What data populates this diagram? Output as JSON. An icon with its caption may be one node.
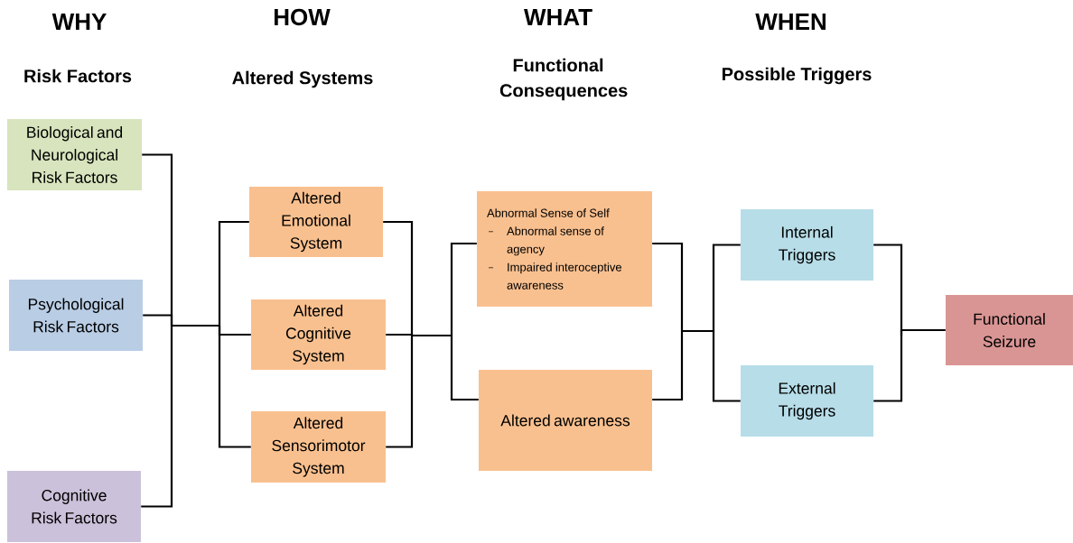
{
  "diagram": {
    "nodes": [
      {
        "text": [
          "Biological and Neurological Risk Factors"
        ]
      },
      {
        "text": [
          "Psychological Risk Factors"
        ]
      },
      {
        "text": [
          "Cognitive Risk Factors"
        ]
      },
      {
        "text": [
          "Altered Emotional System"
        ]
      },
      {
        "text": [
          "Altered Cognitive System"
        ]
      },
      {
        "text": [
          "Altered Sensorimotor System"
        ]
      },
      {
        "text": [
          "Abnormal Sense of Self",
          "Abnormal sense of agency",
          "Impaired interoceptive awareness"
        ]
      },
      {
        "text": [
          "Altered awareness"
        ]
      },
      {
        "text": [
          "Internal Triggers"
        ]
      },
      {
        "text": [
          "External Triggers"
        ]
      },
      {
        "text": [
          "Functional Seizure"
        ]
      }
    ],
    "edges": [
      {
        "from": 0,
        "to": 3,
        "arrow": "none"
      },
      {
        "from": 0,
        "to": 4,
        "arrow": "none"
      },
      {
        "from": 0,
        "to": 5,
        "arrow": "none"
      },
      {
        "from": 1,
        "to": 3,
        "arrow": "none"
      },
      {
        "from": 1,
        "to": 4,
        "arrow": "none"
      },
      {
        "from": 1,
        "to": 5,
        "arrow": "none"
      },
      {
        "from": 2,
        "to": 3,
        "arrow": "none"
      },
      {
        "from": 2,
        "to": 4,
        "arrow": "none"
      },
      {
        "from": 2,
        "to": 5,
        "arrow": "none"
      },
      {
        "from": 3,
        "to": 6,
        "arrow": "none"
      },
      {
        "from": 3,
        "to": 7,
        "arrow": "none"
      },
      {
        "from": 4,
        "to": 6,
        "arrow": "none"
      },
      {
        "from": 4,
        "to": 7,
        "arrow": "none"
      },
      {
        "from": 5,
        "to": 6,
        "arrow": "none"
      },
      {
        "from": 5,
        "to": 7,
        "arrow": "none"
      },
      {
        "from": 6,
        "to": 8,
        "arrow": "none"
      },
      {
        "from": 6,
        "to": 9,
        "arrow": "none"
      },
      {
        "from": 7,
        "to": 8,
        "arrow": "none"
      },
      {
        "from": 7,
        "to": 9,
        "arrow": "none"
      },
      {
        "from": 8,
        "to": 10,
        "arrow": "none"
      },
      {
        "from": 9,
        "to": 10,
        "arrow": "none"
      }
    ],
    "labels": [
      "WHY",
      "HOW",
      "WHAT",
      "WHEN",
      "Risk Factors",
      "Altered Systems",
      "Functional Consequences",
      "Possible Triggers"
    ]
  }
}
